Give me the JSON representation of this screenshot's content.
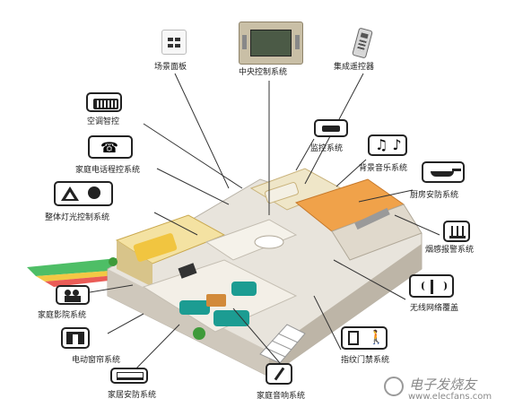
{
  "top_devices": {
    "scene_panel": "场景面板",
    "central_control": "中央控制系统",
    "remote": "集成遥控器"
  },
  "systems": {
    "aircon": "空调智控",
    "phone": "家庭电话程控系统",
    "lighting": "整体灯光控制系统",
    "cinema": "家庭影院系统",
    "curtain": "电动窗帘系统",
    "home_security": "家居安防系统",
    "audio": "家庭音响系统",
    "fingerprint": "指纹门禁系统",
    "wifi": "无线网络覆盖",
    "smoke": "烟感报警系统",
    "kitchen": "厨房安防系统",
    "music": "背景音乐系统",
    "monitor": "监控系统"
  },
  "watermark": {
    "text": "电子发烧友",
    "url": "www.elecfans.com"
  },
  "icons": {
    "scene_panel": "switch-panel-icon",
    "central_control": "touch-screen-icon",
    "remote": "remote-control-icon",
    "aircon": "air-conditioner-icon",
    "phone": "telephone-icon",
    "lighting": "triangle-bulb-icon",
    "cinema": "film-camera-icon",
    "curtain": "curtain-icon",
    "home_security": "ac-vent-icon",
    "audio": "pen-icon",
    "fingerprint": "door-person-icon",
    "wifi": "antenna-icon",
    "smoke": "smoke-detector-icon",
    "kitchen": "range-hood-icon",
    "music": "music-notes-icon",
    "monitor": "cctv-camera-icon"
  }
}
